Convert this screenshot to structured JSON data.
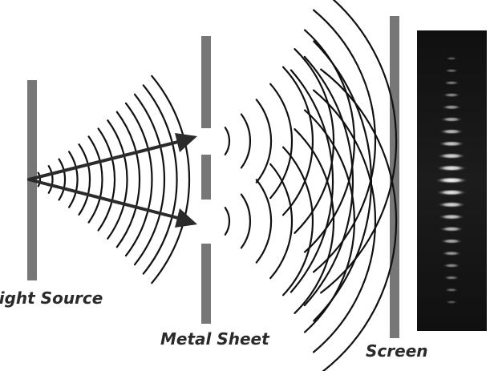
{
  "labels": {
    "light_source": "Light Source",
    "metal_sheet": "Metal Sheet",
    "screen": "Screen"
  },
  "colors": {
    "barrier": "#777777",
    "wave": "#111111",
    "arrow": "#2b2b2b",
    "pattern_background": "#141414",
    "fringe": "#ffffff",
    "label": "#2a2a2a"
  },
  "icons": {
    "arrowhead": "triangle-arrowhead-icon"
  }
}
